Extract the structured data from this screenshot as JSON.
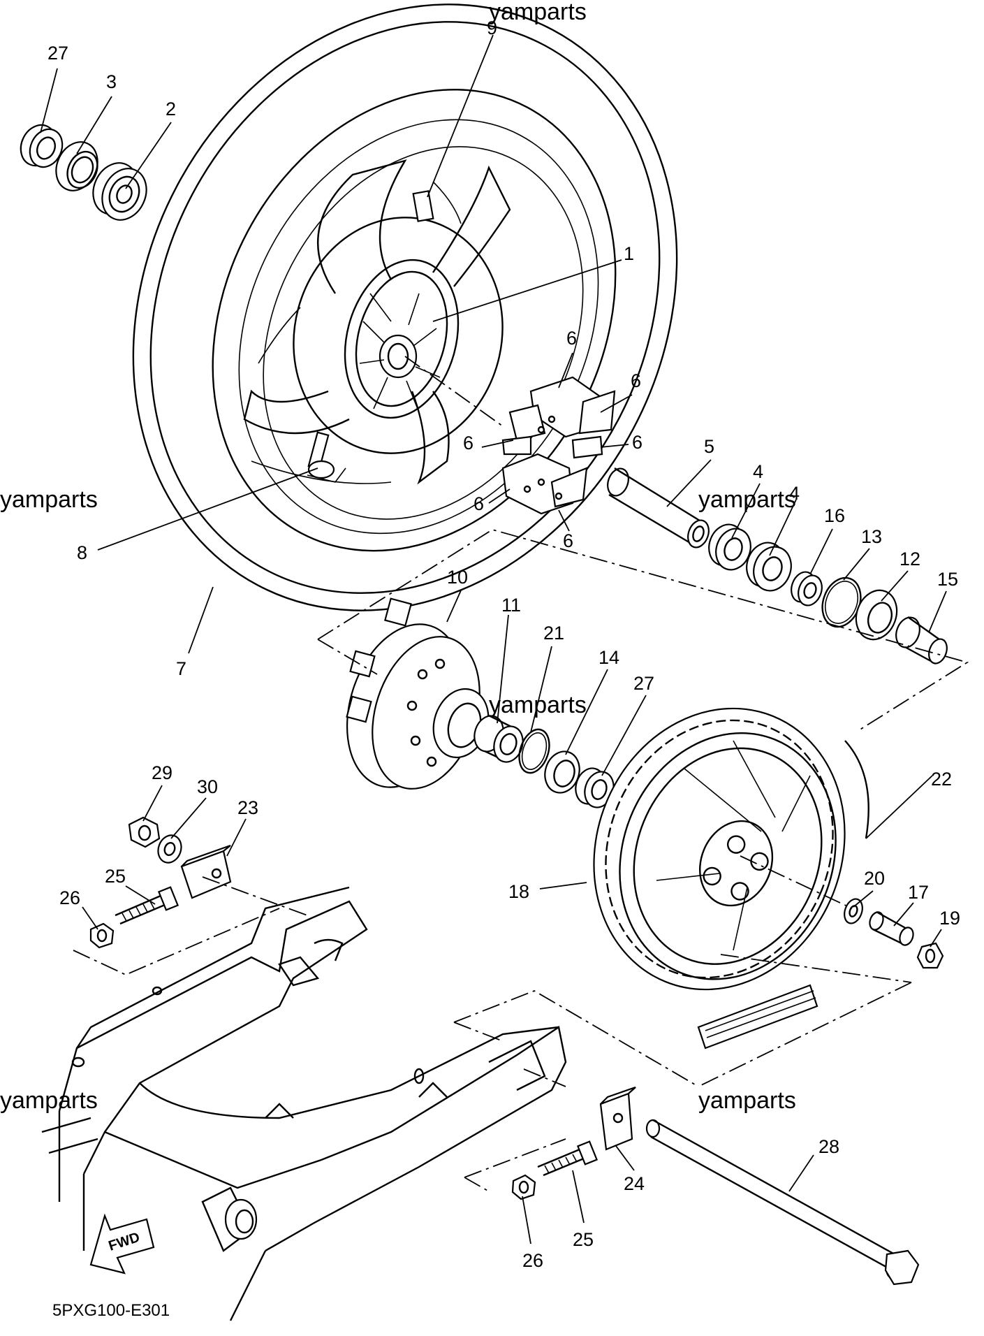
{
  "watermarks": [
    "yamparts",
    "yamparts",
    "yamparts",
    "yamparts",
    "yamparts",
    "yamparts"
  ],
  "diagram_code": "5PXG100-E301",
  "fwd_label": "FWD",
  "callouts": [
    "27",
    "3",
    "2",
    "9",
    "1",
    "6",
    "6",
    "6",
    "6",
    "6",
    "6",
    "5",
    "4",
    "4",
    "16",
    "13",
    "12",
    "15",
    "8",
    "7",
    "10",
    "11",
    "21",
    "14",
    "27",
    "22",
    "29",
    "30",
    "23",
    "25",
    "26",
    "20",
    "17",
    "19",
    "18",
    "28",
    "24",
    "25",
    "26"
  ]
}
